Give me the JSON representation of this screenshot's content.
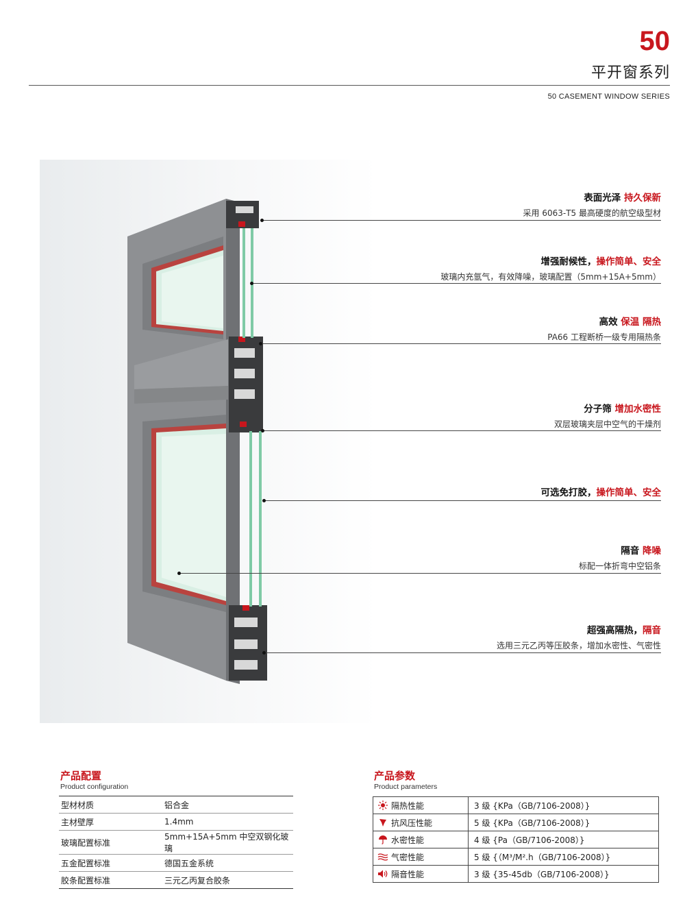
{
  "header": {
    "number": "50",
    "cn_title": "平开窗系列",
    "en_title": "50 CASEMENT WINDOW SERIES"
  },
  "features": [
    {
      "title_plain": "表面光泽 ",
      "title_red": "持久保新",
      "sub": "采用 6063-T5 最高硬度的航空级型材"
    },
    {
      "title_plain": "增强耐候性，",
      "title_red": "操作简单、安全",
      "sub": "玻璃内充氩气，有效降噪，玻璃配置（5mm+15A+5mm）"
    },
    {
      "title_plain": "高效 ",
      "title_red": "保温 隔热",
      "sub": "PA66 工程断桥一级专用隔热条"
    },
    {
      "title_plain": "分子筛 ",
      "title_red": "增加水密性",
      "sub": "双层玻璃夹层中空气的干燥剂"
    },
    {
      "title_plain": "可选免打胶，",
      "title_red": "操作简单、安全",
      "sub": ""
    },
    {
      "title_plain": "隔音 ",
      "title_red": "降噪",
      "sub": "标配一体折弯中空铝条"
    },
    {
      "title_plain": "超强高隔热，",
      "title_red": "隔音",
      "sub": "选用三元乙丙等压胶条，增加水密性、气密性"
    }
  ],
  "config": {
    "title": "产品配置",
    "subtitle": "Product configuration",
    "rows": [
      {
        "k": "型材材质",
        "v": "铝合金"
      },
      {
        "k": "主材壁厚",
        "v": "1.4mm"
      },
      {
        "k": "玻璃配置标准",
        "v": "5mm+15A+5mm 中空双钢化玻璃"
      },
      {
        "k": "五金配置标准",
        "v": "德国五金系统"
      },
      {
        "k": "胶条配置标准",
        "v": "三元乙丙复合胶条"
      }
    ]
  },
  "params": {
    "title": "产品参数",
    "subtitle": "Product parameters",
    "rows": [
      {
        "icon": "sun-icon",
        "k": "隔热性能",
        "v": "3 级 {KPa（GB/7106-2008）}"
      },
      {
        "icon": "wind-icon",
        "k": "抗风压性能",
        "v": "5 级 {KPa（GB/7106-2008）}"
      },
      {
        "icon": "umbrella-icon",
        "k": "水密性能",
        "v": "4 级 {Pa（GB/7106-2008）}"
      },
      {
        "icon": "airflow-icon",
        "k": "气密性能",
        "v": "5 级 {（M³/M².h（GB/7106-2008）}"
      },
      {
        "icon": "speaker-icon",
        "k": "隔音性能",
        "v": "3 级 {35-45db（GB/7106-2008）}"
      }
    ]
  },
  "colors": {
    "accent": "#c8161d",
    "profile": "#8a8c8f",
    "glass": "#d9efe4"
  }
}
